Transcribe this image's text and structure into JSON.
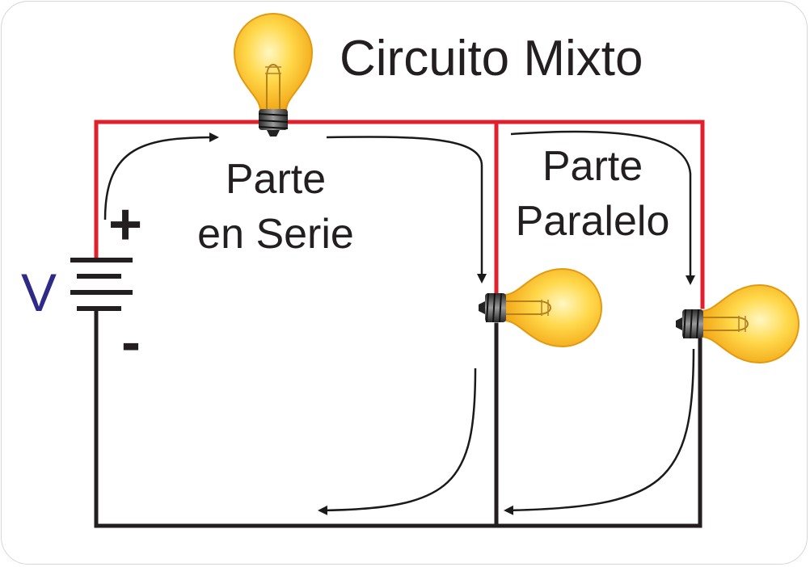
{
  "title": "Circuito Mixto",
  "series_label": {
    "line1": "Parte",
    "line2": "en Serie"
  },
  "parallel_label": {
    "line1": "Parte",
    "line2": "Paralelo"
  },
  "battery": {
    "voltage_label": "V",
    "positive": "+",
    "negative": "-"
  },
  "colors": {
    "wire_positive": "#e0202c",
    "wire_negative": "#231f20",
    "arrows": "#1a1a1a",
    "voltage_label": "#2e2a87",
    "bulb_glass": "#f7b418",
    "bulb_base": "#4a4a4a"
  },
  "icons": [
    "lightbulb-icon",
    "battery-icon",
    "current-arrow-icon"
  ]
}
